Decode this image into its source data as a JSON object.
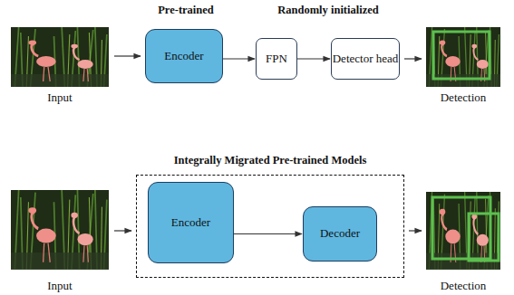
{
  "diagram": {
    "nodes": [
      {
        "text": [
          "Encoder"
        ]
      },
      {
        "text": [
          "FPN"
        ]
      },
      {
        "text": [
          "Detector head"
        ]
      },
      {
        "text": [
          "Integrally Migrated Pre-trained Models"
        ]
      },
      {
        "text": [
          "Encoder"
        ],
        "in": 3
      },
      {
        "text": [
          "Decoder"
        ],
        "in": 3
      }
    ],
    "edges": [
      {
        "from": 0,
        "to": 1,
        "arrow": "to"
      },
      {
        "from": 1,
        "to": 2,
        "arrow": "to"
      },
      {
        "from": 4,
        "to": 5,
        "arrow": "to"
      }
    ],
    "labels": [
      "Pre-trained",
      "Randomly initialized",
      "Input",
      "Detection",
      "Input",
      "Detection"
    ]
  }
}
